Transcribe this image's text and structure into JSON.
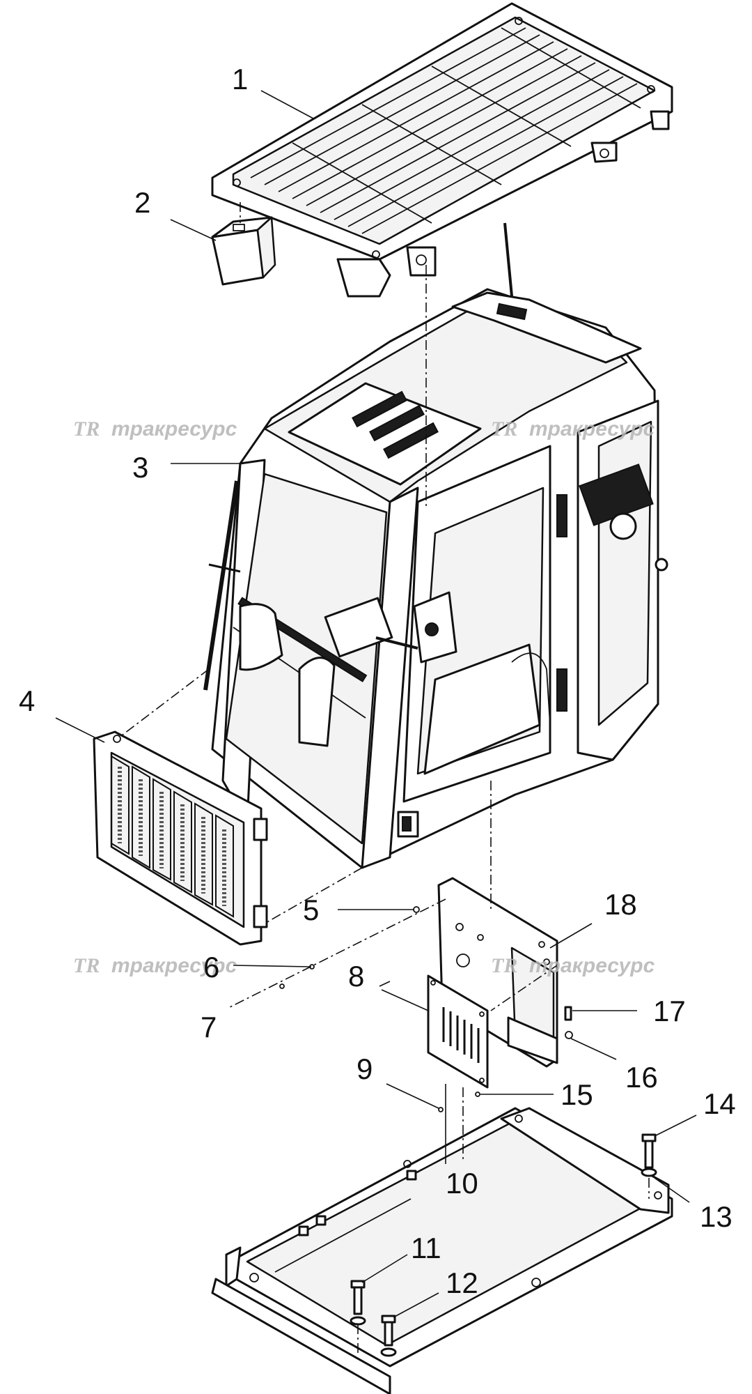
{
  "watermark": {
    "logo": "TR",
    "text": "тракресурс"
  },
  "callouts": [
    {
      "id": "1",
      "label": "1"
    },
    {
      "id": "2",
      "label": "2"
    },
    {
      "id": "3",
      "label": "3"
    },
    {
      "id": "4",
      "label": "4"
    },
    {
      "id": "5",
      "label": "5"
    },
    {
      "id": "6",
      "label": "6"
    },
    {
      "id": "7",
      "label": "7"
    },
    {
      "id": "8",
      "label": "8"
    },
    {
      "id": "9",
      "label": "9"
    },
    {
      "id": "10",
      "label": "10"
    },
    {
      "id": "11",
      "label": "11"
    },
    {
      "id": "12",
      "label": "12"
    },
    {
      "id": "13",
      "label": "13"
    },
    {
      "id": "14",
      "label": "14"
    },
    {
      "id": "15",
      "label": "15"
    },
    {
      "id": "16",
      "label": "16"
    },
    {
      "id": "17",
      "label": "17"
    },
    {
      "id": "18",
      "label": "18"
    }
  ],
  "colors": {
    "line": "#111111",
    "watermark": "#b5b5b5",
    "background": "#ffffff"
  }
}
